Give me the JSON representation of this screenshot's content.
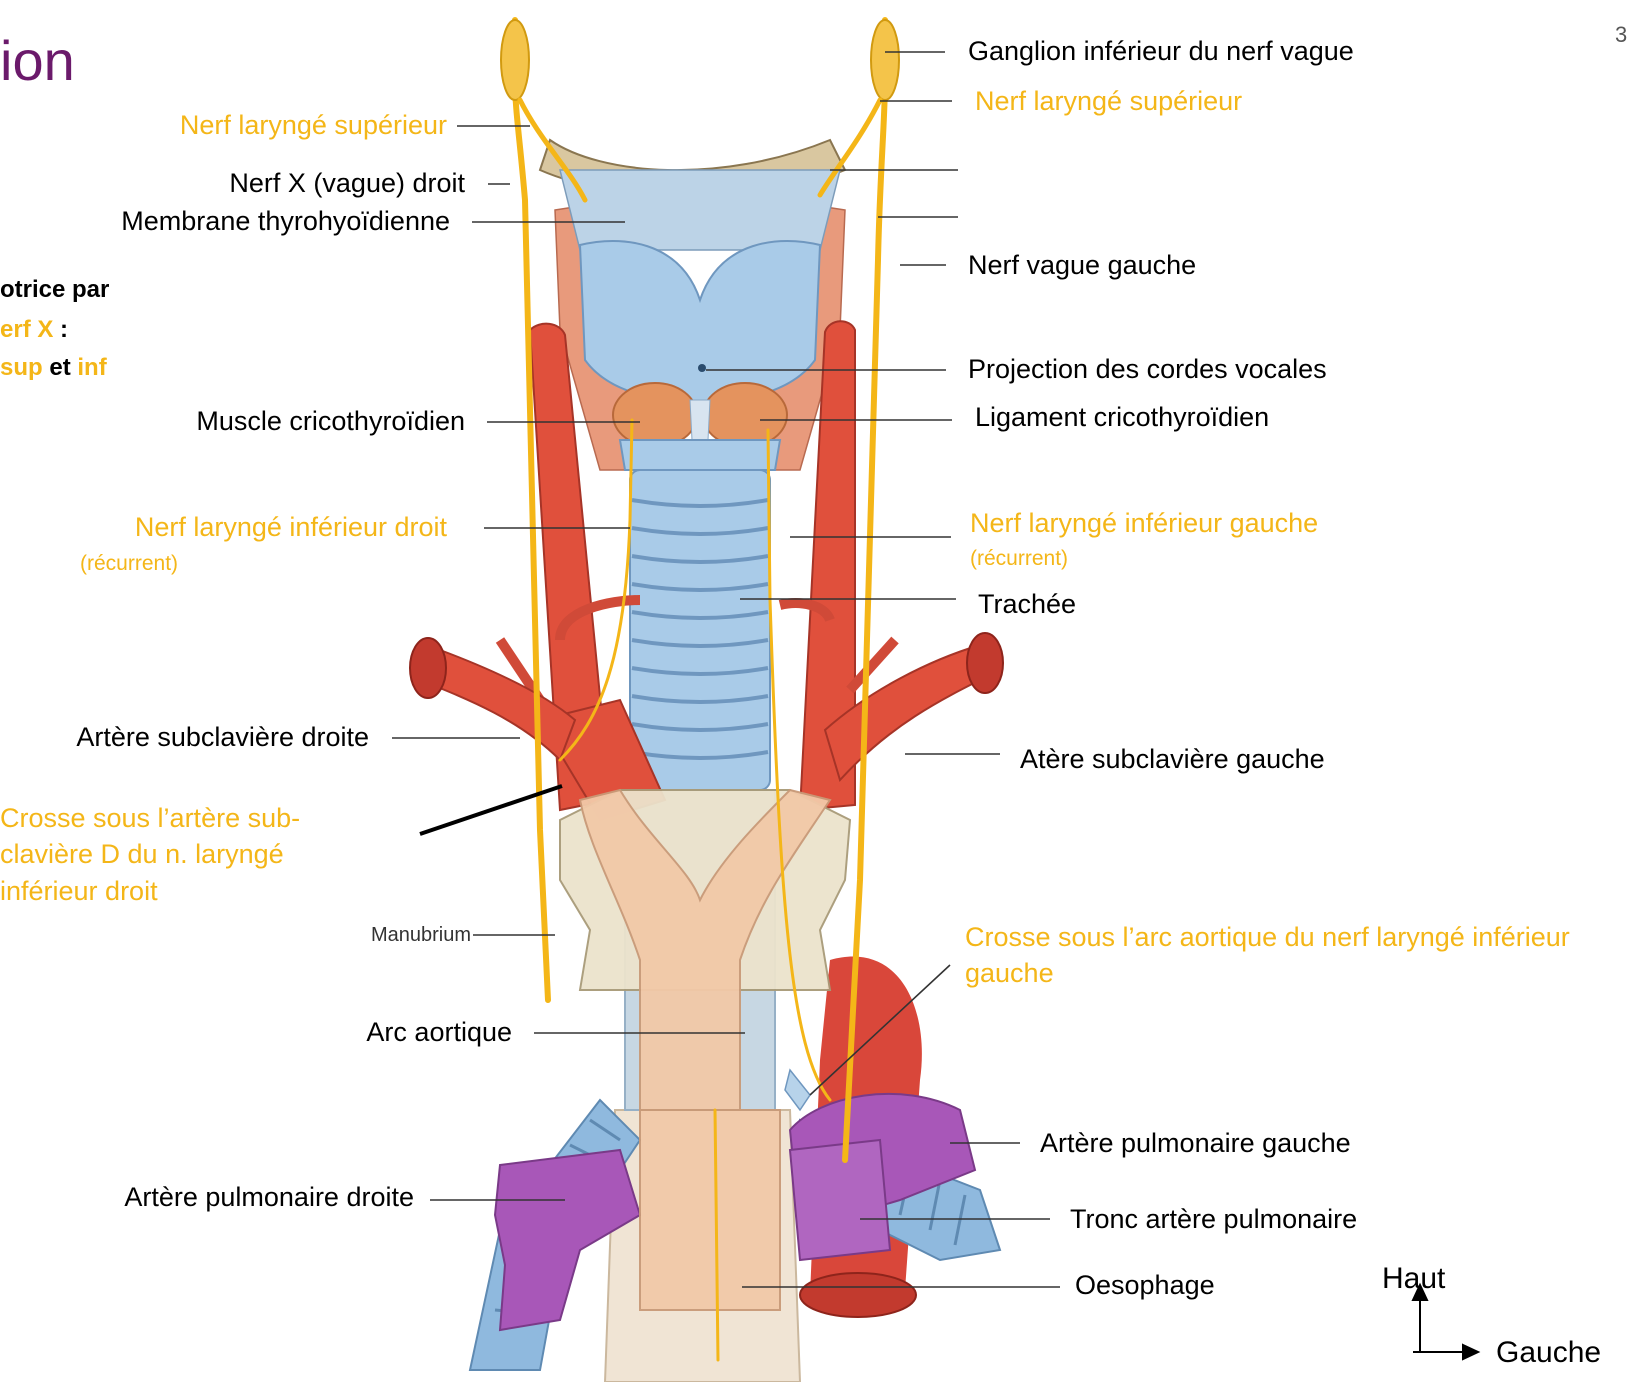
{
  "page": {
    "title_fragment": "ion",
    "page_number": "3"
  },
  "side_note": {
    "line1": "otrice par",
    "line2_yellow": "erf X",
    "line2_tail": " :",
    "line3_yellow_a": "sup",
    "line3_mid": " et ",
    "line3_yellow_b": "inf"
  },
  "labels_left": {
    "nerf_larynge_superieur": "Nerf laryngé supérieur",
    "nerf_x_droit": "Nerf X (vague) droit",
    "membrane_thyrohyoidienne": "Membrane thyrohyoïdienne",
    "muscle_cricothyroidien": "Muscle cricothyroïdien",
    "nerf_larynge_inferieur_droit": "Nerf laryngé inférieur droit",
    "recurrent_droit": "(récurrent)",
    "artere_subclaviere_droite": "Artère subclavière droite",
    "crosse_subclaviere": "Crosse sous l’artère sub-clavière D du n. laryngé inférieur droit",
    "manubrium": "Manubrium",
    "arc_aortique": "Arc aortique",
    "artere_pulmonaire_droite": "Artère pulmonaire droite"
  },
  "labels_right": {
    "ganglion_inferieur": "Ganglion inférieur du nerf vague",
    "nerf_larynge_superieur": "Nerf laryngé supérieur",
    "nerf_vague_gauche": "Nerf vague gauche",
    "projection_cordes_vocales": "Projection des cordes vocales",
    "ligament_cricothyroidien": "Ligament cricothyroïdien",
    "nerf_larynge_inferieur_gauche": "Nerf laryngé inférieur gauche",
    "recurrent_gauche": "(récurrent)",
    "trachee": "Trachée",
    "artere_subclaviere_gauche": "Atère subclavière gauche",
    "crosse_arc_aortique": "Crosse sous l’arc aortique du nerf laryngé inférieur gauche",
    "artere_pulmonaire_gauche": "Artère pulmonaire gauche",
    "tronc_artere_pulmonaire": "Tronc artère pulmonaire",
    "oesophage": "Oesophage"
  },
  "orientation": {
    "up": "Haut",
    "right": "Gauche"
  },
  "colors": {
    "nerve": "#f4b618",
    "artery": "#e0503c",
    "artery_dark": "#b8362a",
    "cartilage": "#a9cbe8",
    "trachea_ring": "#7fa9d1",
    "pulmonary": "#a857b8",
    "manubrium": "#ece3cc",
    "aorta_overlay": "#f2c9a8",
    "muscle": "#e89a7c",
    "title": "#6b1a6b"
  }
}
